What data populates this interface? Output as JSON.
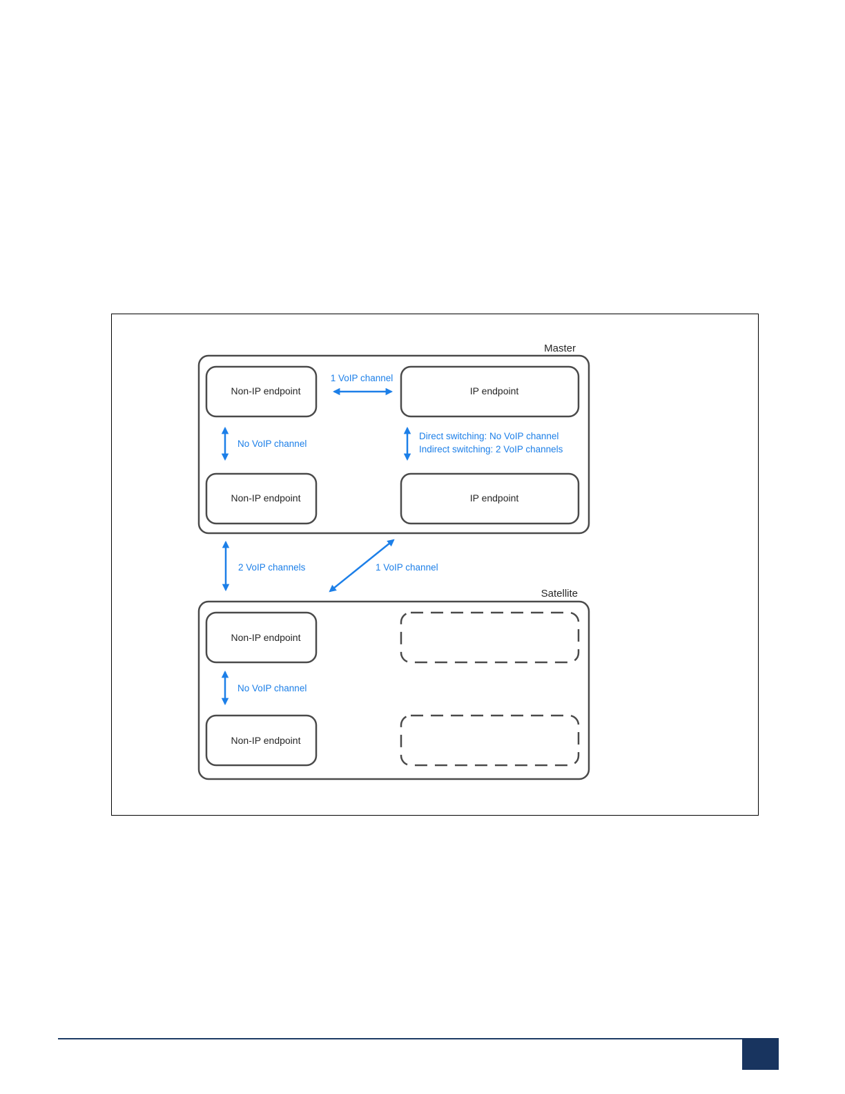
{
  "diagram": {
    "colors": {
      "box_stroke": "#4a4a4a",
      "label_text": "#262626",
      "arrow": "#1c7fe8",
      "frame": "#000000",
      "footer_rule": "#1b3a63",
      "page_badge": "#18345f"
    },
    "master": {
      "title": "Master",
      "top_left": "Non-IP endpoint",
      "top_right": "IP endpoint",
      "bottom_left": "Non-IP endpoint",
      "bottom_right": "IP endpoint",
      "link_top": "1 VoIP channel",
      "link_left": "No VoIP channel",
      "link_right_line1": "Direct switching: No VoIP channel",
      "link_right_line2": "Indirect switching: 2 VoIP channels"
    },
    "between": {
      "left_link": "2 VoIP channels",
      "diagonal_link": "1 VoIP channel"
    },
    "satellite": {
      "title": "Satellite",
      "top_left": "Non-IP endpoint",
      "bottom_left": "Non-IP endpoint",
      "link_left": "No VoIP channel"
    }
  }
}
